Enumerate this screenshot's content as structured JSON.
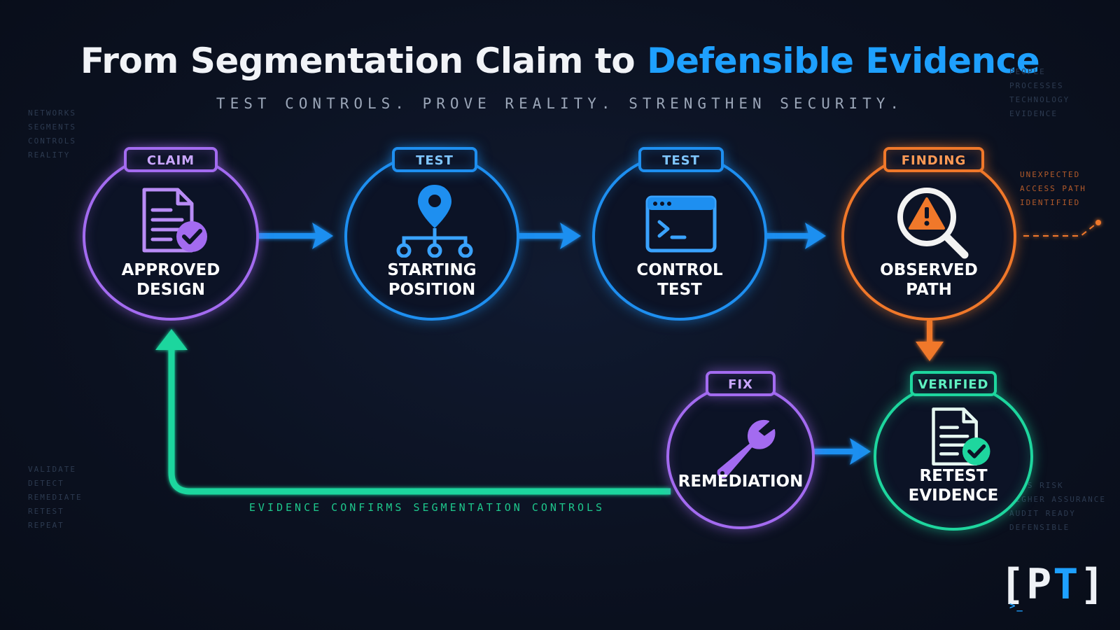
{
  "title": {
    "main": "From Segmentation Claim to",
    "accent": "Defensible Evidence"
  },
  "subtitle": "TEST CONTROLS.  PROVE REALITY.  STRENGTHEN SECURITY.",
  "left_top_words": [
    "NETWORKS",
    "SEGMENTS",
    "CONTROLS",
    "REALITY"
  ],
  "right_top_words": [
    "PEOPLE",
    "PROCESSES",
    "TECHNOLOGY",
    "EVIDENCE"
  ],
  "left_bottom_words": [
    "VALIDATE",
    "DETECT",
    "REMEDIATE",
    "RETEST",
    "REPEAT"
  ],
  "right_bottom_words": [
    "LESS RISK",
    "HIGHER ASSURANCE",
    "AUDIT READY",
    "DEFENSIBLE"
  ],
  "finding_note": [
    "UNEXPECTED",
    "ACCESS PATH",
    "IDENTIFIED"
  ],
  "colors": {
    "claim": "#a36bf0",
    "test": "#1e8ff0",
    "finding": "#f0782a",
    "verified": "#1ed69e",
    "title_accent": "#1ea0ff"
  },
  "nodes": [
    {
      "badge": "CLAIM",
      "line1": "APPROVED",
      "line2": "DESIGN",
      "icon": "document-check-icon"
    },
    {
      "badge": "TEST",
      "line1": "STARTING",
      "line2": "POSITION",
      "icon": "location-network-icon"
    },
    {
      "badge": "TEST",
      "line1": "CONTROL",
      "line2": "TEST",
      "icon": "terminal-icon"
    },
    {
      "badge": "FINDING",
      "line1": "OBSERVED",
      "line2": "PATH",
      "icon": "magnifier-warning-icon"
    },
    {
      "badge": "FIX",
      "line1": "REMEDIATION",
      "line2": "",
      "icon": "wrench-icon"
    },
    {
      "badge": "VERIFIED",
      "line1": "RETEST",
      "line2": "EVIDENCE",
      "icon": "document-check-icon"
    }
  ],
  "loop_caption": "EVIDENCE CONFIRMS SEGMENTATION CONTROLS",
  "logo": {
    "left": "[P",
    "accent": "T",
    "right": "]",
    "prompt": ">_"
  }
}
